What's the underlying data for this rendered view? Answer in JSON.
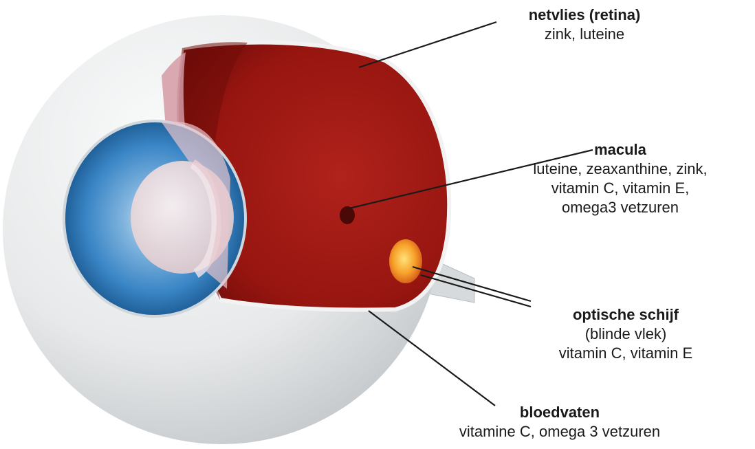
{
  "labels": {
    "retina": {
      "title": "netvlies (retina)",
      "lines": [
        "zink, luteine"
      ]
    },
    "macula": {
      "title": "macula",
      "lines": [
        "luteine, zeaxanthine, zink,",
        "vitamin C, vitamin E,",
        "omega3 vetzuren"
      ]
    },
    "optic_disc": {
      "title": "optische schijf",
      "lines": [
        "(blinde vlek)",
        "vitamin C, vitamin E"
      ]
    },
    "blood_vessels": {
      "title": "bloedvaten",
      "lines": [
        "vitamine C, omega 3 vetzuren"
      ]
    }
  },
  "colors": {
    "sclera": "#e9ebec",
    "retina_red": "#9c1612",
    "iris_blue": "#3a86c6",
    "optic_disc": "#f5a623",
    "leader_line": "#1a1a1a"
  }
}
